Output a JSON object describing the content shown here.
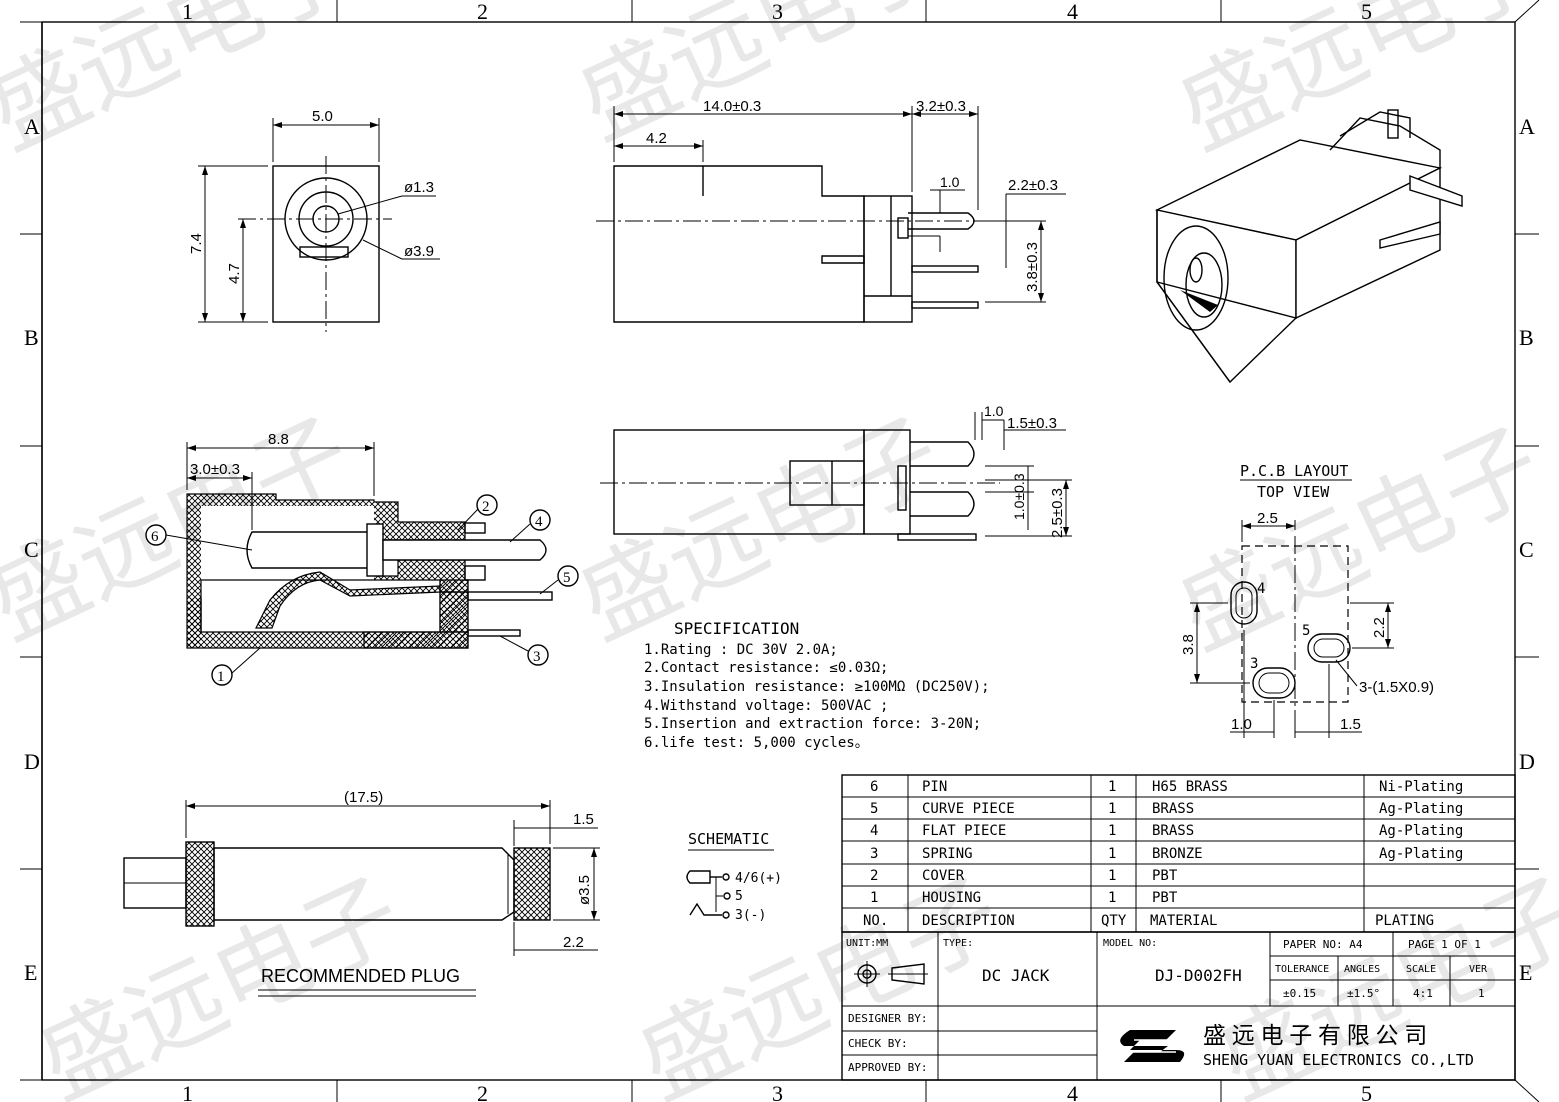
{
  "zones": {
    "columns": [
      "1",
      "2",
      "3",
      "4",
      "5"
    ],
    "rows": [
      "A",
      "B",
      "C",
      "D",
      "E"
    ]
  },
  "watermark": "盛远电子",
  "front_view": {
    "dim_width": "5.0",
    "dim_height": "7.4",
    "dim_center": "4.7",
    "dim_pin": "ø1.3",
    "dim_hole": "ø3.9"
  },
  "side_view": {
    "dim_length": "14.0±0.3",
    "dim_front": "4.2",
    "dim_pin_len": "3.2±0.3",
    "dim_pin_w": "1.0",
    "dim_pin_to_tail": "2.2±0.3",
    "dim_tail_h": "3.8±0.3"
  },
  "bottom_view": {
    "dim_tip": "1.0",
    "dim_tail": "1.5±0.3",
    "dim_tail_w": "1.0±0.3",
    "dim_tail_pitch": "2.5±0.3"
  },
  "section_view": {
    "dim_depth": "8.8",
    "dim_entry": "3.0±0.3",
    "callouts": [
      "1",
      "2",
      "3",
      "4",
      "5",
      "6"
    ]
  },
  "plug": {
    "dim_length": "(17.5)",
    "dim_knurl": "1.5",
    "dim_dia": "ø3.5",
    "dim_tip": "2.2",
    "label": "RECOMMENDED  PLUG"
  },
  "pcb": {
    "title": "P.C.B LAYOUT",
    "subtitle": "TOP VIEW",
    "dim_width": "2.5",
    "dim_height": "3.8",
    "dim_offset": "2.2",
    "dim_left": "1.0",
    "dim_right": "1.5",
    "holes_note": "3-(1.5X0.9)",
    "pin_labels": [
      "4",
      "5",
      "3"
    ]
  },
  "specification": {
    "title": "SPECIFICATION",
    "lines": [
      "1.Rating : DC 30V 2.0A;",
      "2.Contact resistance: ≤0.03Ω;",
      "3.Insulation resistance: ≥100MΩ  (DC250V);",
      "4.Withstand voltage: 500VAC ;",
      "5.Insertion and extraction force: 3-20N;",
      "6.life test: 5,000 cycles。"
    ]
  },
  "schematic": {
    "title": "SCHEMATIC",
    "labels": [
      "4/6(+)",
      "5",
      "3(-)"
    ]
  },
  "bom": {
    "rows": [
      {
        "no": "6",
        "desc": "PIN",
        "qty": "1",
        "material": "H65 BRASS",
        "plating": "Ni-Plating"
      },
      {
        "no": "5",
        "desc": "CURVE PIECE",
        "qty": "1",
        "material": "BRASS",
        "plating": "Ag-Plating"
      },
      {
        "no": "4",
        "desc": "FLAT PIECE",
        "qty": "1",
        "material": "BRASS",
        "plating": "Ag-Plating"
      },
      {
        "no": "3",
        "desc": "SPRING",
        "qty": "1",
        "material": "BRONZE",
        "plating": "Ag-Plating"
      },
      {
        "no": "2",
        "desc": "COVER",
        "qty": "1",
        "material": "PBT",
        "plating": ""
      },
      {
        "no": "1",
        "desc": "HOUSING",
        "qty": "1",
        "material": "PBT",
        "plating": ""
      }
    ],
    "headers": {
      "no": "NO.",
      "desc": "DESCRIPTION",
      "qty": "QTY",
      "material": "MATERIAL",
      "plating": "PLATING"
    }
  },
  "title_block": {
    "unit": "UNIT:MM",
    "type_label": "TYPE:",
    "type_value": "DC   JACK",
    "model_label": "MODEL NO:",
    "model_value": "DJ-D002FH",
    "paper": "PAPER NO: A4",
    "page": "PAGE 1 OF 1",
    "tolerance_label": "TOLERANCE",
    "angles_label": "ANGLES",
    "scale_label": "SCALE",
    "ver_label": "VER",
    "tolerance_value": "±0.15",
    "angles_value": "±1.5°",
    "scale_value": "4:1",
    "ver_value": "1",
    "designer": "DESIGNER BY:",
    "check": "CHECK    BY:",
    "approved": "APPROVED BY:",
    "company_cn": "盛 远 电 子 有 限 公 司",
    "company_en": "SHENG YUAN ELECTRONICS CO.,LTD"
  }
}
